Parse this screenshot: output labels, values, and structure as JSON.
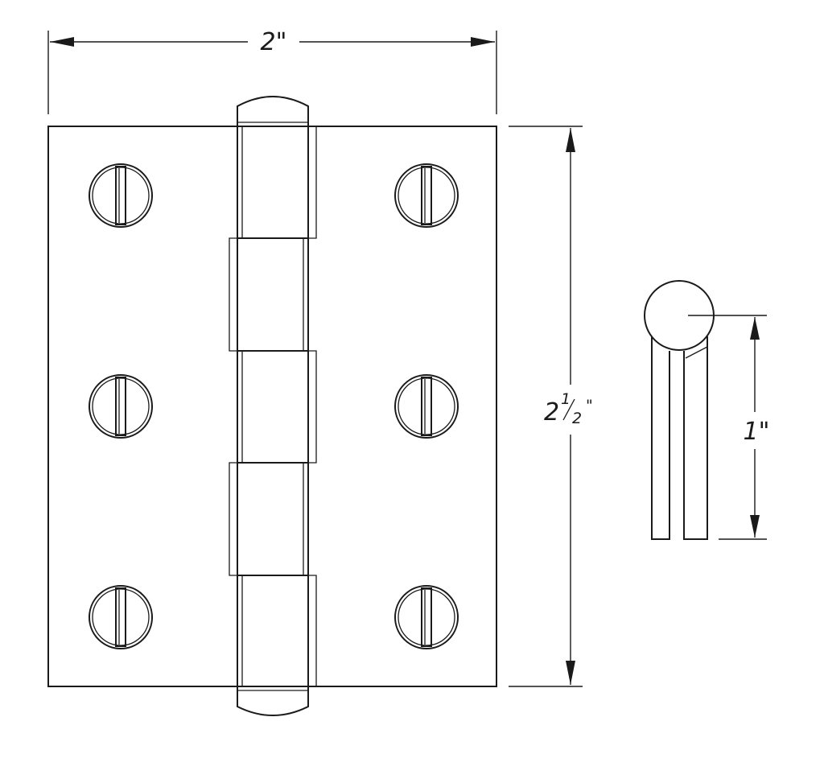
{
  "dimensions": {
    "width_label": "2\"",
    "height_whole": "2",
    "height_fraction_numerator": "1",
    "height_fraction_denominator": "2",
    "height_inch_mark": "\"",
    "side_label": "1\""
  },
  "colors": {
    "line": "#1a1a1a",
    "background": "#ffffff"
  },
  "hinge": {
    "screw_count": 6,
    "knuckle_count": 5
  }
}
